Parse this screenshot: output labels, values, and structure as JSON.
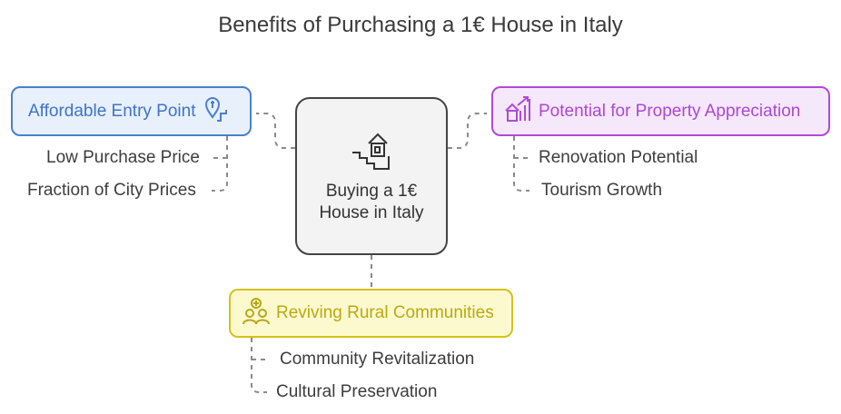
{
  "title": "Benefits of Purchasing a 1€ House in Italy",
  "center": {
    "label": "Buying a 1€ House in Italy",
    "icon": "house-stairs-icon"
  },
  "branches": {
    "affordable": {
      "label": "Affordable Entry Point",
      "icon": "location-pin-path-icon",
      "color": "#4a7fcf",
      "items": [
        "Low Purchase Price",
        "Fraction of City Prices"
      ]
    },
    "appreciation": {
      "label": "Potential for Property Appreciation",
      "icon": "house-growth-chart-icon",
      "color": "#b04ad6",
      "items": [
        "Renovation Potential",
        "Tourism Growth"
      ]
    },
    "rural": {
      "label": "Reviving Rural Communities",
      "icon": "people-group-add-icon",
      "color": "#d4c21a",
      "items": [
        "Community Revitalization",
        "Cultural Preservation"
      ]
    }
  }
}
